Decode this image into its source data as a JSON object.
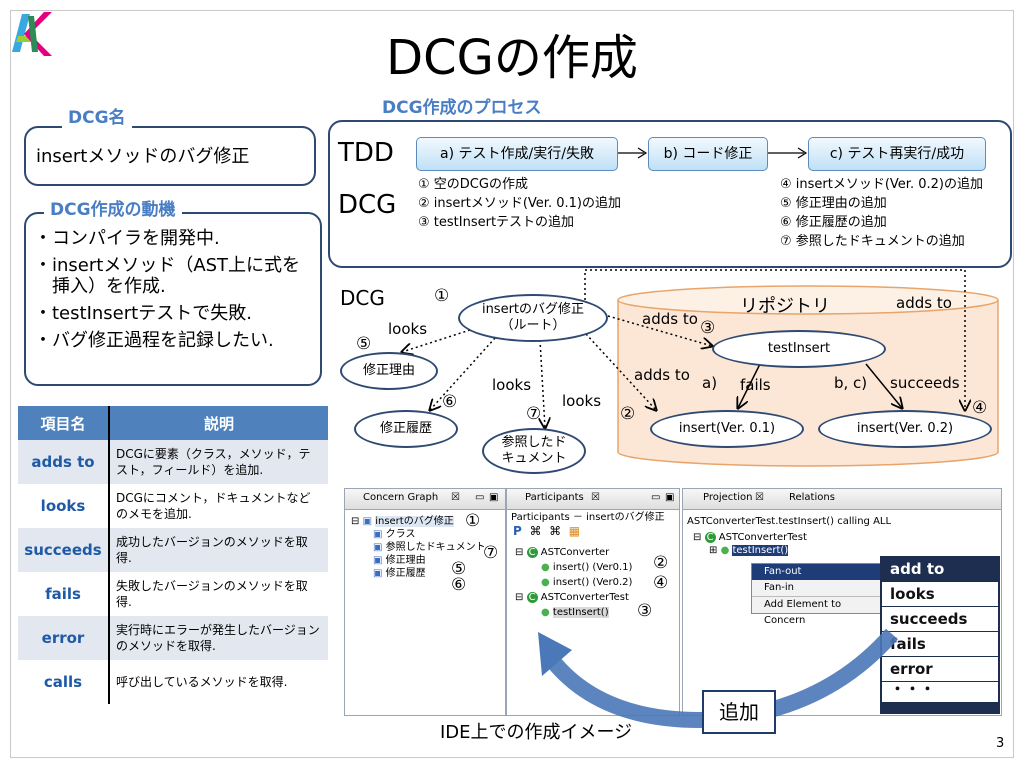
{
  "slide": {
    "title": "DCGの作成",
    "page_number": "3"
  },
  "dcg_name": {
    "header": "DCG名",
    "value": "insertメソッドのバグ修正"
  },
  "motivation": {
    "header": "DCG作成の動機",
    "lines": [
      "・コンパイラを開発中.",
      "・insertメソッド（AST上に式を",
      "　挿入）を作成.",
      "・testInsertテストで失敗.",
      "・バグ修正過程を記録したい."
    ]
  },
  "process": {
    "header": "DCG作成のプロセス",
    "tdd_label": "TDD",
    "dcg_label": "DCG",
    "steps": [
      "a) テスト作成/実行/失敗",
      "b) コード修正",
      "c) テスト再実行/成功"
    ],
    "dcg_steps_left": [
      "① 空のDCGの作成",
      "② insertメソッド(Ver. 0.1)の追加",
      "③ testInsertテストの追加"
    ],
    "dcg_steps_right": [
      "④ insertメソッド(Ver. 0.2)の追加",
      "⑤ 修正理由の追加",
      "⑥ 修正履歴の追加",
      "⑦ 参照したドキュメントの追加"
    ]
  },
  "diagram": {
    "label": "DCG",
    "repository": "リポジトリ",
    "root_node": "insertのバグ修正（ルート）",
    "node_reason": "修正理由",
    "node_history": "修正履歴",
    "node_docs": "参照したドキュメント",
    "node_test": "testInsert",
    "node_v01": "insert(Ver. 0.1)",
    "node_v02": "insert(Ver. 0.2)",
    "edge_labels": {
      "looks1": "looks",
      "looks2": "looks",
      "looks3": "looks",
      "adds_to1": "adds to",
      "adds_to2": "adds to",
      "adds_to3": "adds to",
      "a": "a)",
      "fails": "fails",
      "bc": "b, c)",
      "succeeds": "succeeds"
    },
    "markers": {
      "m1": "①",
      "m2": "②",
      "m3": "③",
      "m4": "④",
      "m5": "⑤",
      "m6": "⑥",
      "m7": "⑦"
    }
  },
  "table": {
    "headers": [
      "項目名",
      "説明"
    ],
    "rows": [
      {
        "key": "adds to",
        "desc": "DCGに要素（クラス，メソッド，テスト，フィールド）を追加."
      },
      {
        "key": "looks",
        "desc": "DCGにコメント，ドキュメントなどのメモを追加."
      },
      {
        "key": "succeeds",
        "desc": "成功したバージョンのメソッドを取得."
      },
      {
        "key": "fails",
        "desc": "失敗したバージョンのメソッドを取得."
      },
      {
        "key": "error",
        "desc": "実行時にエラーが発生したバージョンのメソッドを取得."
      },
      {
        "key": "calls",
        "desc": "呼び出しているメソッドを取得."
      }
    ]
  },
  "ide": {
    "caption": "IDE上での作成イメージ",
    "callout": "追加",
    "concern_graph": {
      "tab": "Concern Graph",
      "items": [
        "insertのバグ修正",
        "クラス",
        "参照したドキュメント",
        "修正理由",
        "修正履歴"
      ],
      "markers": [
        "①",
        "⑦",
        "⑤",
        "⑥"
      ]
    },
    "participants": {
      "tab": "Participants",
      "subtitle": "Participants － insertのバグ修正",
      "items": [
        "ASTConverter",
        "insert()  (Ver0.1)",
        "insert()  (Ver0.2)",
        "ASTConverterTest",
        "testInsert()"
      ],
      "markers": [
        "②",
        "④",
        "③"
      ]
    },
    "projection": {
      "tab": "Projection",
      "tab2": "Relations",
      "subtitle": "ASTConverterTest.testInsert() calling ALL",
      "items": [
        "ASTConverterTest",
        "testInsert()"
      ],
      "menu": [
        "Fan-out",
        "Fan-in",
        "Add Element to Concern"
      ]
    },
    "dropdown": [
      "add to",
      "looks",
      "succeeds",
      "fails",
      "error",
      "・・・"
    ]
  },
  "colors": {
    "accent": "#4a7ec4",
    "border": "#2f4a72",
    "table_header": "#4f81bd",
    "repository_fill": "#fce7d6",
    "repository_stroke": "#e8a46a",
    "callout_arrow": "#4a78b8",
    "dropdown_bg": "#1e2e50"
  }
}
